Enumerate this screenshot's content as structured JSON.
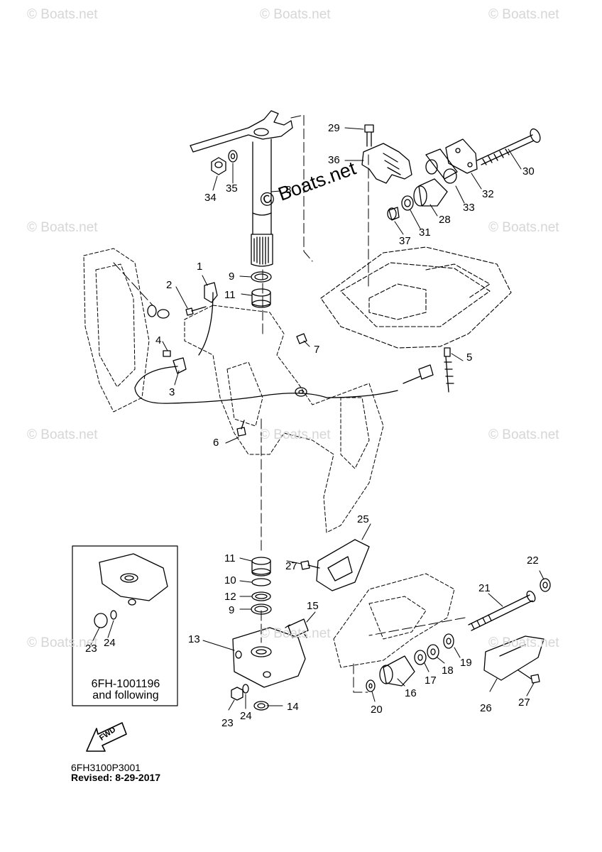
{
  "watermark_text": "© Boats.net",
  "main_watermark_text": "© Boats.net",
  "callouts": {
    "c1": "1",
    "c2": "2",
    "c3": "3",
    "c4": "4",
    "c5": "5",
    "c6": "6",
    "c7": "7",
    "c8": "8",
    "c9a": "9",
    "c9b": "9",
    "c10": "10",
    "c11a": "11",
    "c11b": "11",
    "c12": "12",
    "c13": "13",
    "c14": "14",
    "c15": "15",
    "c16": "16",
    "c17": "17",
    "c18": "18",
    "c19": "19",
    "c20": "20",
    "c21": "21",
    "c22": "22",
    "c23a": "23",
    "c23b": "23",
    "c24a": "24",
    "c24b": "24",
    "c25": "25",
    "c26": "26",
    "c27a": "27",
    "c27b": "27",
    "c28": "28",
    "c29": "29",
    "c30": "30",
    "c31": "31",
    "c32": "32",
    "c33": "33",
    "c34": "34",
    "c35": "35",
    "c36": "36",
    "c37": "37"
  },
  "inset": {
    "line1": "6FH-1001196",
    "line2": "and following"
  },
  "fwd_label": "FWD",
  "diagram_code": "6FH3100P3001",
  "revised": "Revised: 8-29-2017"
}
